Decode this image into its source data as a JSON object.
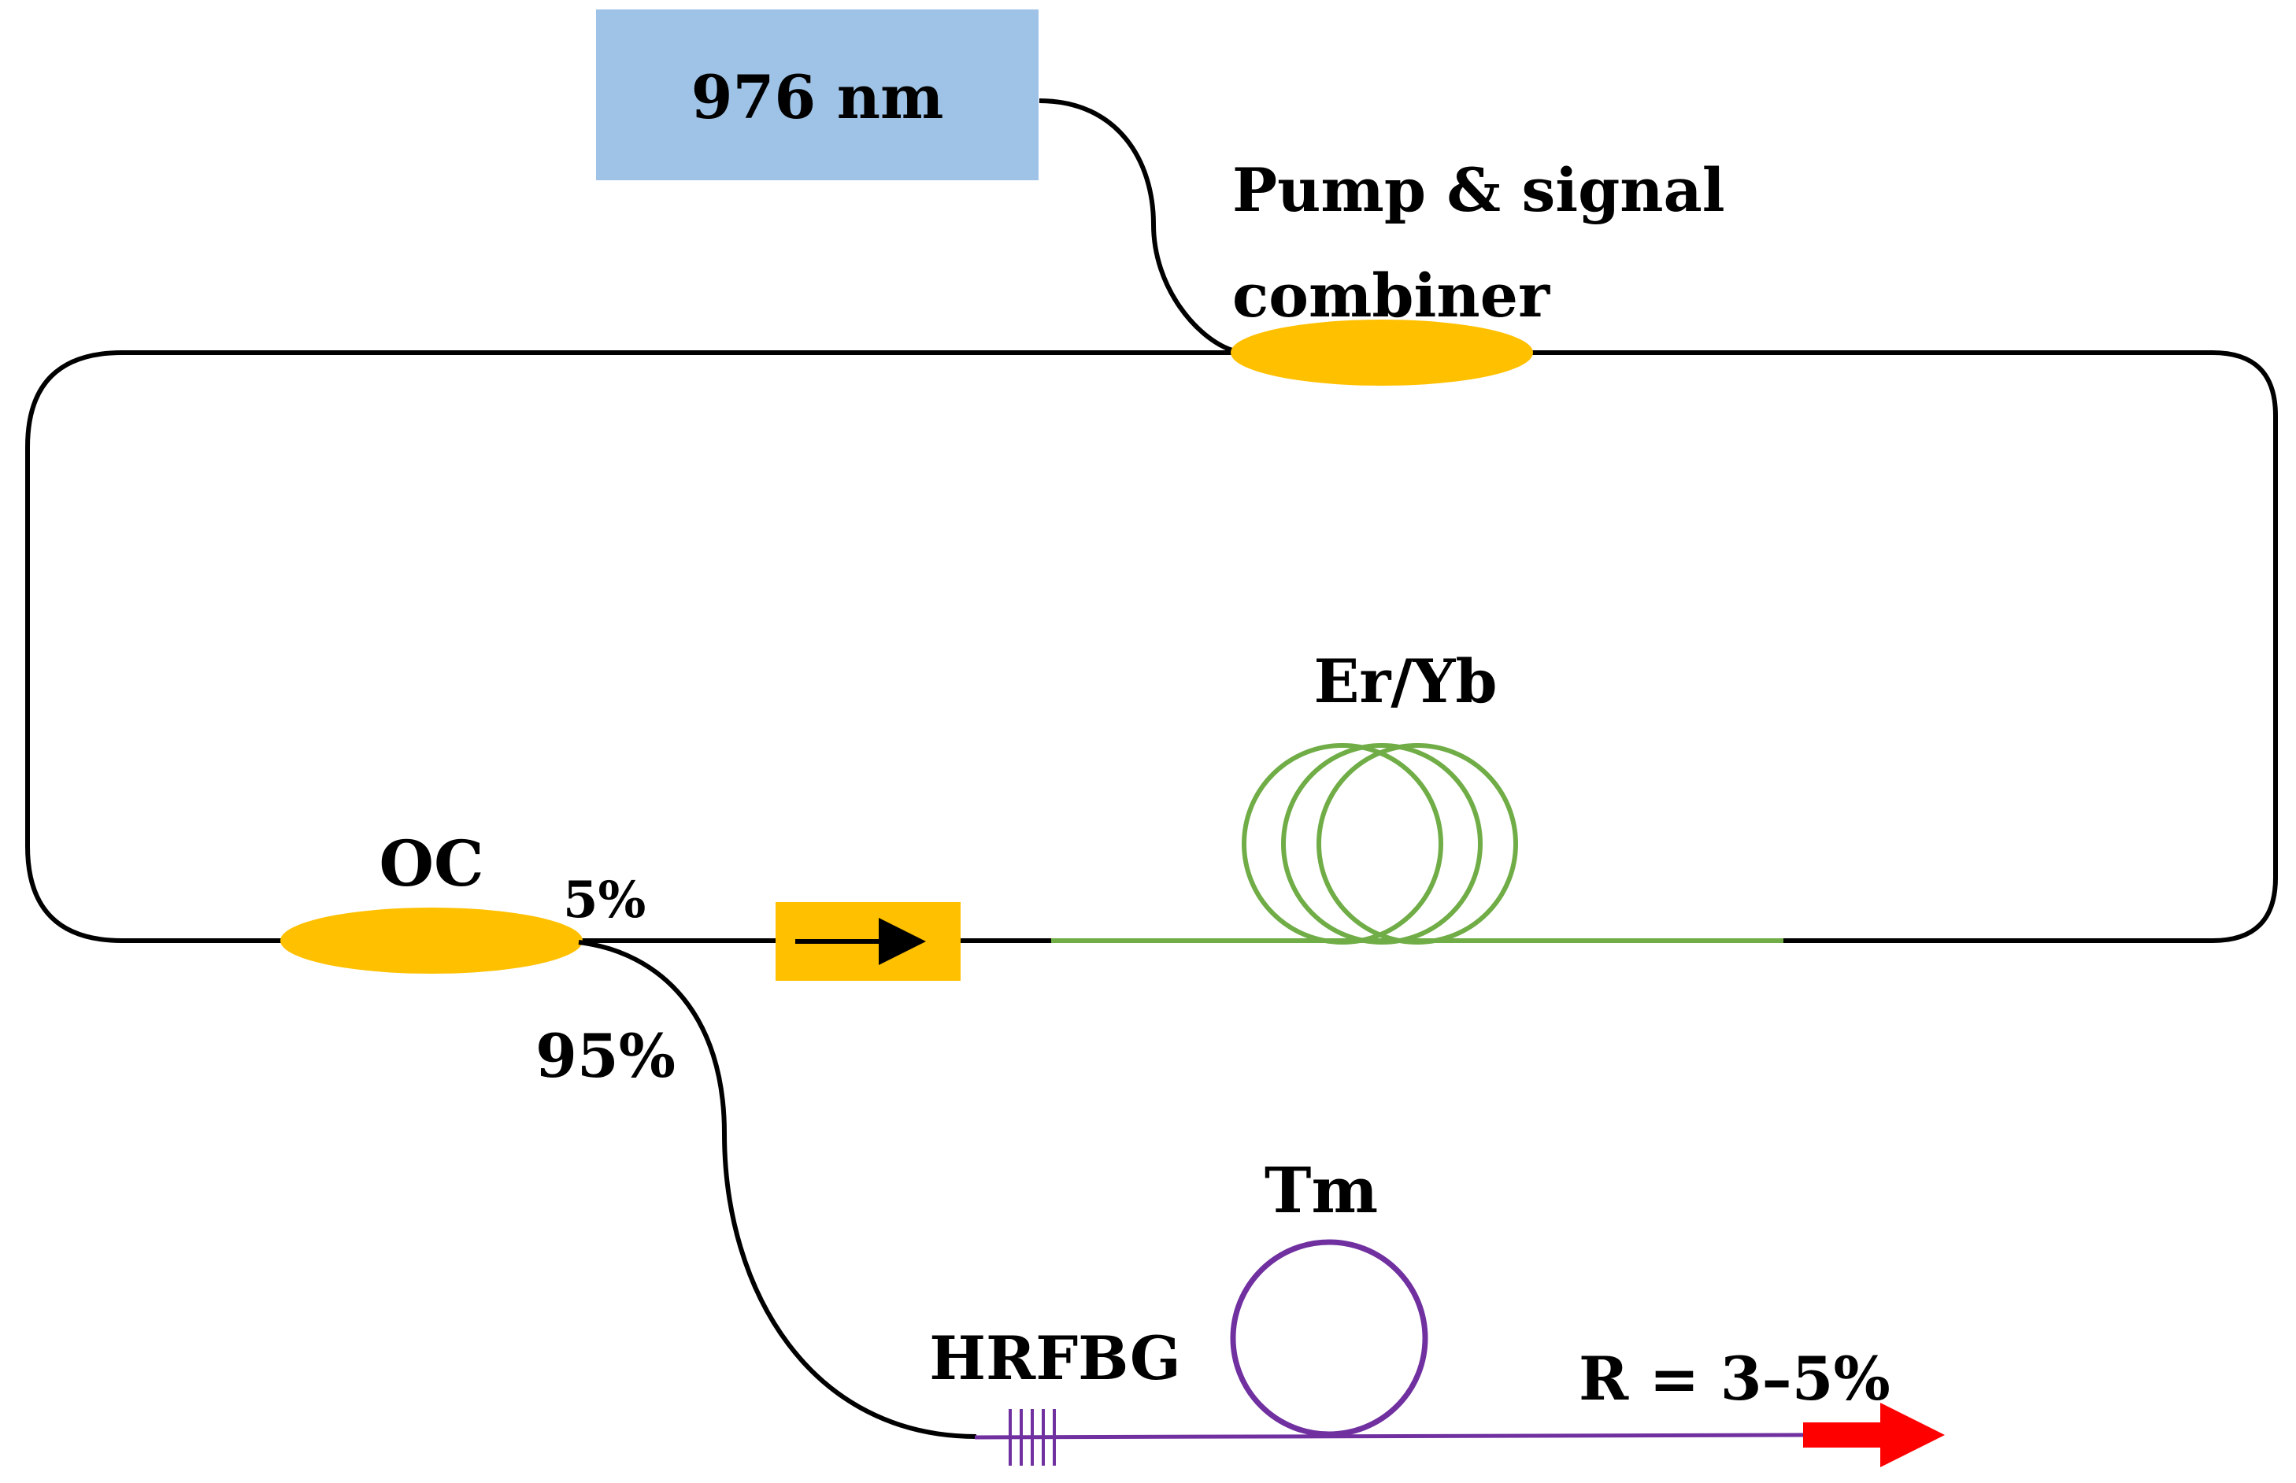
{
  "diagram": {
    "pump": {
      "label": "976 nm"
    },
    "combiner": {
      "line1": "Pump & signal",
      "line2": "combiner"
    },
    "gain_fiber": {
      "label": "Er/Yb"
    },
    "output_coupler": {
      "label": "OC",
      "port_low": "5%",
      "port_high": "95%"
    },
    "thulium_fiber": {
      "label": "Tm"
    },
    "fbg": {
      "label": "HRFBG"
    },
    "output": {
      "label": "R = 3–5%"
    }
  },
  "colors": {
    "pump_box": "#9fc3e6",
    "coupler": "#ffc000",
    "isolator": "#ffc000",
    "er_yb_fiber": "#70ad47",
    "tm_fiber": "#7030a0",
    "output_arrow": "#ff0000",
    "fiber": "#000000"
  },
  "icons": {
    "isolator": "right-arrow-icon",
    "output": "red-arrow-icon",
    "fbg": "grating-icon",
    "coil": "fiber-coil-icon"
  }
}
